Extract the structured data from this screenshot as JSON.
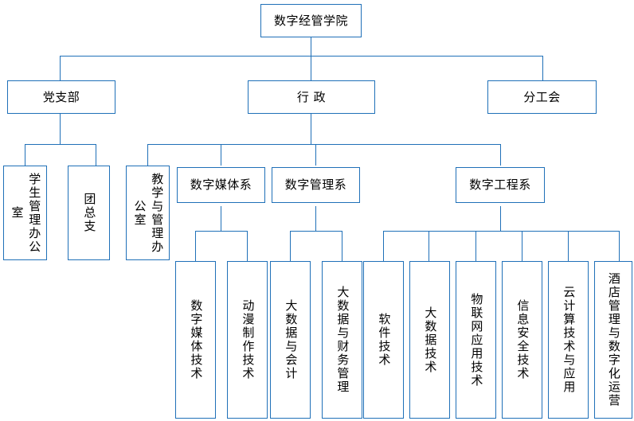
{
  "diagram": {
    "type": "organization-chart",
    "title_node": "数字经管学院",
    "accent_color": "#1f70b8",
    "background_color": "#ffffff",
    "text_color": "#000000",
    "orientation": "top-down",
    "levels": 4
  },
  "nodes": {
    "root": {
      "label": "数字经管学院",
      "orientation": "horizontal"
    },
    "level2": [
      {
        "label": "党支部",
        "orientation": "horizontal"
      },
      {
        "label": "行 政",
        "orientation": "horizontal"
      },
      {
        "label": "分工会",
        "orientation": "horizontal"
      }
    ],
    "party_children": [
      {
        "label": "学生管理办公室",
        "orientation": "vertical"
      },
      {
        "label": "团总支",
        "orientation": "vertical"
      }
    ],
    "admin_children": [
      {
        "label": "教学与管理办公室",
        "orientation": "vertical"
      },
      {
        "label": "数字媒体系",
        "orientation": "horizontal"
      },
      {
        "label": "数字管理系",
        "orientation": "horizontal"
      },
      {
        "label": "数字工程系",
        "orientation": "horizontal"
      }
    ],
    "media_dept_majors": [
      {
        "label": "数字媒体技术",
        "orientation": "vertical"
      },
      {
        "label": "动漫制作技术",
        "orientation": "vertical"
      }
    ],
    "management_dept_majors": [
      {
        "label": "大数据与会计",
        "orientation": "vertical"
      },
      {
        "label": "大数据与财务管理",
        "orientation": "vertical"
      }
    ],
    "engineering_dept_majors": [
      {
        "label": "软件技术",
        "orientation": "vertical"
      },
      {
        "label": "大数据技术",
        "orientation": "vertical"
      },
      {
        "label": "物联网应用技术",
        "orientation": "vertical"
      },
      {
        "label": "信息安全技术",
        "orientation": "vertical"
      },
      {
        "label": "云计算技术与应用",
        "orientation": "vertical"
      },
      {
        "label": "酒店管理与数字化运营",
        "orientation": "vertical"
      }
    ]
  }
}
